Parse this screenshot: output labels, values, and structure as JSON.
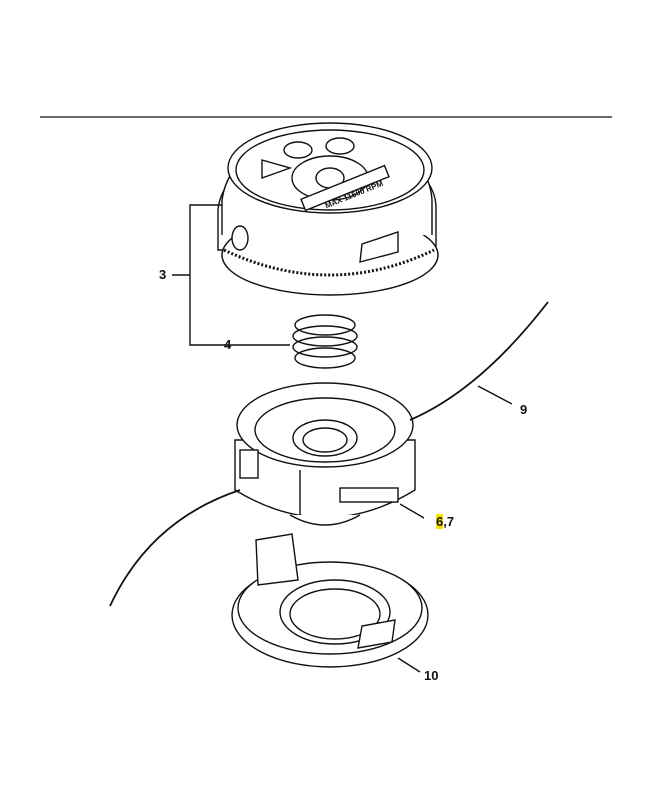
{
  "diagram": {
    "rating_text": "MAX 11500 RPM",
    "callouts": [
      {
        "id": "3",
        "part": "cap"
      },
      {
        "id": "4",
        "part": "spring"
      },
      {
        "id": "9",
        "part": "line"
      },
      {
        "id": "6",
        "part": "spool",
        "highlighted": true
      },
      {
        "id": "7",
        "part": "spool"
      },
      {
        "id": "10",
        "part": "cover"
      }
    ],
    "callout_separator": ",",
    "highlight_color": "#f5e400"
  }
}
